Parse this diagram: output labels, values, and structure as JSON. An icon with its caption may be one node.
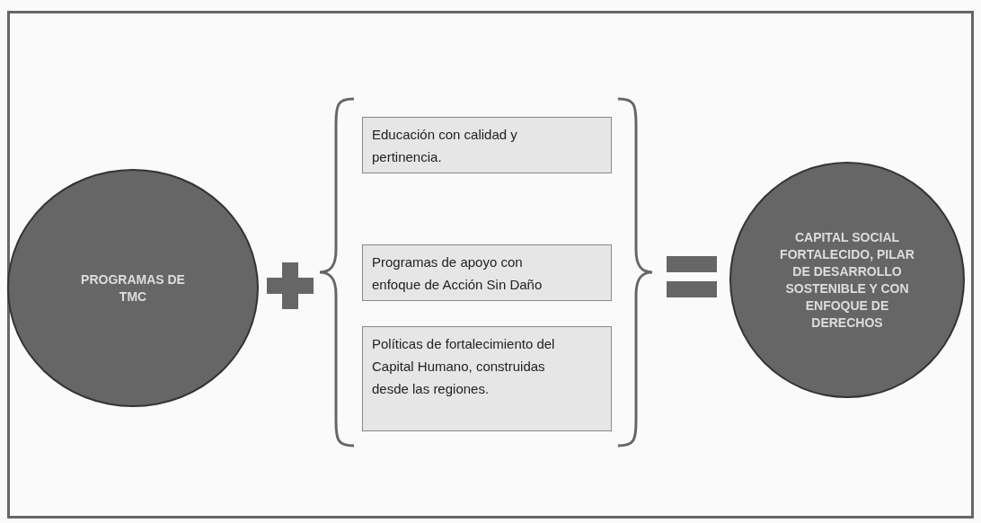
{
  "diagram": {
    "nodes": [
      {
        "text": [
          "PROGRAMAS DE TMC"
        ]
      },
      {
        "text": [
          "Educación con calidad y pertinencia."
        ]
      },
      {
        "text": [
          "Programas de apoyo con enfoque de Acción Sin Daño"
        ]
      },
      {
        "text": [
          "Políticas de fortalecimiento del Capital Humano, construidas desde las regiones."
        ]
      },
      {
        "text": [
          "CAPITAL SOCIAL FORTALECIDO, PILAR DE DESARROLLO SOSTENIBLE Y CON ENFOQUE DE DERECHOS"
        ]
      }
    ]
  }
}
